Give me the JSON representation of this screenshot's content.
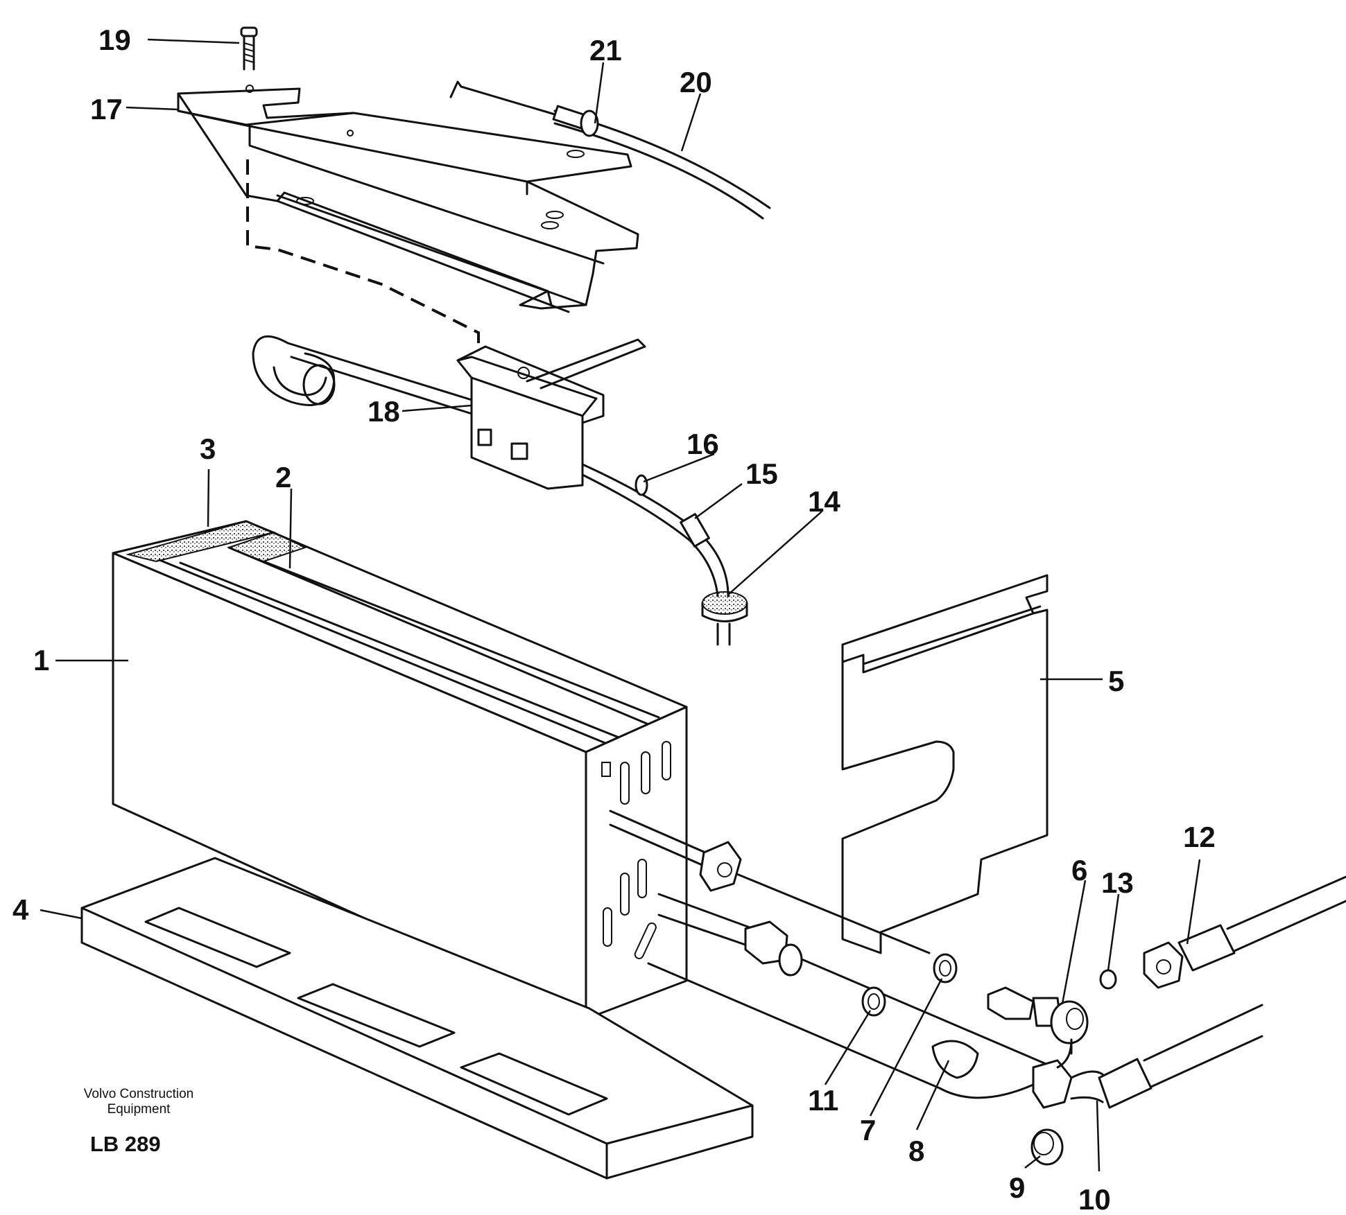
{
  "diagram": {
    "callouts": {
      "c1": "1",
      "c2": "2",
      "c3": "3",
      "c4": "4",
      "c5": "5",
      "c6": "6",
      "c7": "7",
      "c8": "8",
      "c9": "9",
      "c10": "10",
      "c11": "11",
      "c12": "12",
      "c13": "13",
      "c14": "14",
      "c15": "15",
      "c16": "16",
      "c17": "17",
      "c18": "18",
      "c19": "19",
      "c20": "20",
      "c21": "21"
    }
  },
  "footer": {
    "credit_line1": "Volvo Construction",
    "credit_line2": "Equipment",
    "drawing_code": "LB 289"
  }
}
